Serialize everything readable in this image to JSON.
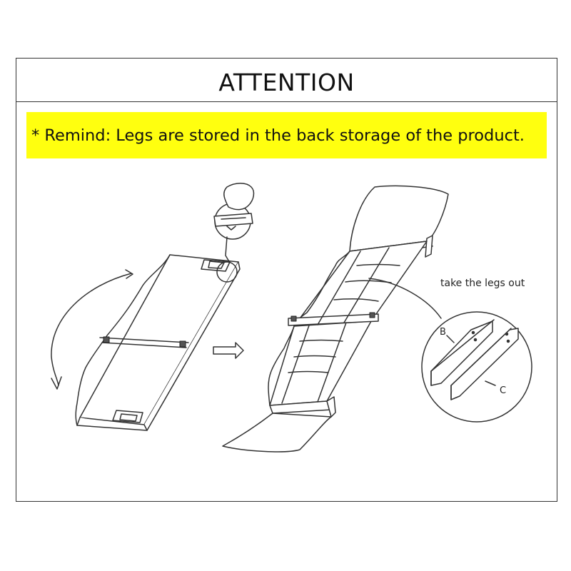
{
  "notice": {
    "title": "ATTENTION",
    "reminder": "* Remind: Legs are stored in the back storage of the product."
  },
  "illustration": {
    "caption": "take the legs out",
    "part_b": "B",
    "part_c": "C"
  },
  "colors": {
    "highlight": "#ffff0f",
    "line": "#333333"
  }
}
